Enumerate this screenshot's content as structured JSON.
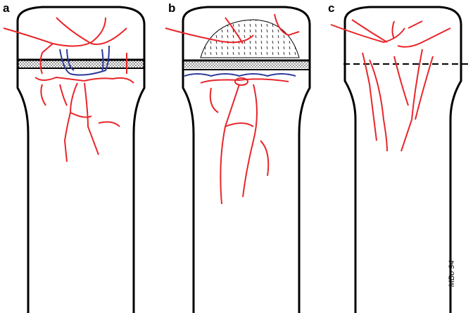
{
  "panels": [
    {
      "label": "a"
    },
    {
      "label": "b"
    },
    {
      "label": "c"
    }
  ],
  "signature": "MBo 94",
  "colors": {
    "artery": "#e8262a",
    "vein": "#2b3a9c",
    "outline": "#000000"
  }
}
